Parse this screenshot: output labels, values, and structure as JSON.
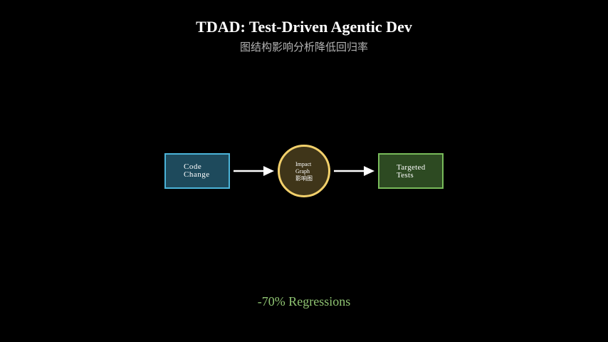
{
  "header": {
    "title": "TDAD: Test-Driven Agentic Dev",
    "subtitle": "图结构影响分析降低回归率"
  },
  "diagram": {
    "nodes": [
      {
        "id": "code_change",
        "lines": [
          "Code",
          "Change"
        ],
        "shape": "rectangle",
        "border_color": "#4bb4d9",
        "fill_color": "#1e4a5c"
      },
      {
        "id": "impact_graph",
        "lines": [
          "Impact",
          "Graph",
          "影响图"
        ],
        "shape": "circle",
        "border_color": "#f2d06b",
        "fill_color": "#3f3519"
      },
      {
        "id": "targeted_tests",
        "lines": [
          "Targeted",
          "Tests"
        ],
        "shape": "rectangle",
        "border_color": "#78bb5a",
        "fill_color": "#2d4a22"
      }
    ],
    "edges": [
      {
        "from": "code_change",
        "to": "impact_graph",
        "color": "#ffffff"
      },
      {
        "from": "impact_graph",
        "to": "targeted_tests",
        "color": "#ffffff"
      }
    ]
  },
  "footer": {
    "result": "-70% Regressions",
    "color": "#8fc472"
  }
}
